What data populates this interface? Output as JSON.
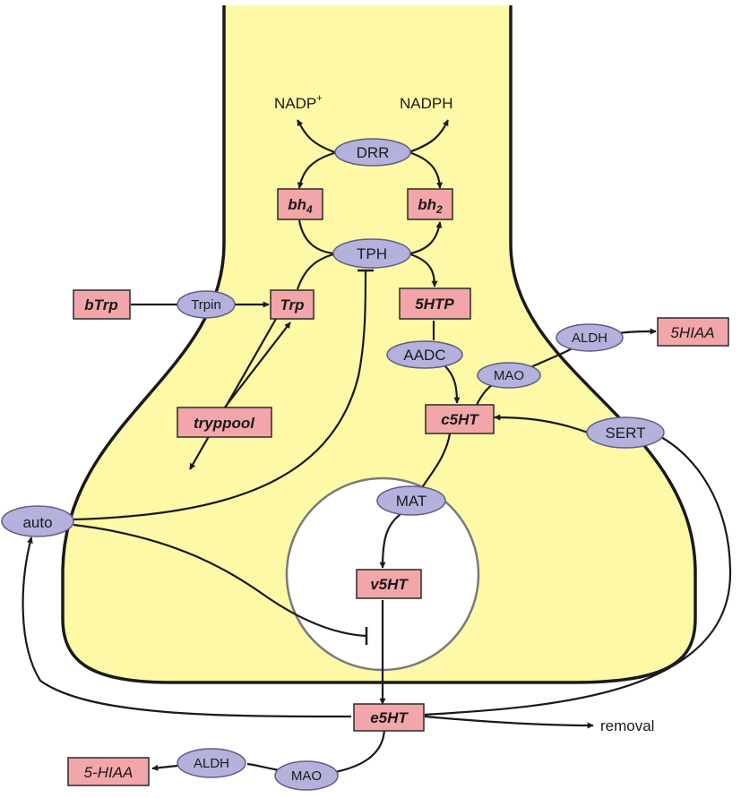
{
  "colors": {
    "cell_fill": "#fdf9a6",
    "cell_stroke": "#1a1a1a",
    "enzyme_fill": "#b4b2dc",
    "enzyme_stroke": "#5e5e86",
    "metabolite_fill": "#f3a6a9",
    "metabolite_stroke": "#2a2a2a",
    "vesicle_fill": "#ffffff",
    "vesicle_stroke": "#7a7a7a"
  },
  "cofactors": {
    "nadp_plus": "NADP",
    "nadp_plus_sup": "+",
    "nadph": "NADPH"
  },
  "enzymes": {
    "drr": "DRR",
    "tph": "TPH",
    "trpin": "Trpin",
    "aadc": "AADC",
    "mao_cyto": "MAO",
    "aldh_cyto": "ALDH",
    "sert": "SERT",
    "mat": "MAT",
    "auto": "auto",
    "aldh_ext": "ALDH",
    "mao_ext": "MAO"
  },
  "metabolites": {
    "bh4": {
      "base": "bh",
      "sub": "4"
    },
    "bh2": {
      "base": "bh",
      "sub": "2"
    },
    "btrp": "bTrp",
    "trp": "Trp",
    "fivehtp": "5HTP",
    "fivehiaa_cyto": "5HIAA",
    "c5ht": "c5HT",
    "tryppool": "tryppool",
    "v5ht": "v5HT",
    "e5ht": "e5HT",
    "fivehiaa_ext": "5-HIAA"
  },
  "labels": {
    "removal": "removal"
  }
}
